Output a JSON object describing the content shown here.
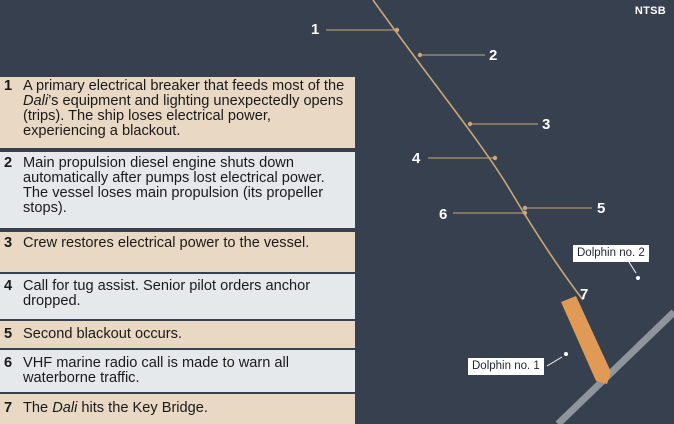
{
  "source": "NTSB",
  "steps": [
    {
      "n": "1",
      "pre": "A primary electrical breaker that feeds most of the ",
      "em": "Dali",
      "post": "’s equipment and lighting unexpectedly opens (trips). The ship loses electrical power, experiencing a blackout."
    },
    {
      "n": "2",
      "pre": "Main propulsion diesel engine shuts down automatically after pumps lost electrical power. The vessel loses main propulsion (its propeller stops).",
      "em": "",
      "post": ""
    },
    {
      "n": "3",
      "pre": "Crew restores electrical power to the vessel.",
      "em": "",
      "post": ""
    },
    {
      "n": "4",
      "pre": "Call for tug assist. Senior pilot orders anchor dropped.",
      "em": "",
      "post": ""
    },
    {
      "n": "5",
      "pre": "Second blackout occurs.",
      "em": "",
      "post": ""
    },
    {
      "n": "6",
      "pre": "VHF marine radio call is made to warn all waterborne traffic.",
      "em": "",
      "post": ""
    },
    {
      "n": "7",
      "pre": "The ",
      "em": "Dali",
      "post": " hits the Key Bridge."
    }
  ],
  "map_numbers": [
    "1",
    "2",
    "3",
    "4",
    "5",
    "6",
    "7"
  ],
  "dolphins": {
    "one": "Dolphin no. 1",
    "two": "Dolphin no. 2"
  },
  "colors": {
    "water": "#37404f",
    "track": "#c9a877",
    "ship": "#e09a55",
    "bridge": "#8e959d",
    "odd_row": "#e9d8c4",
    "even_row": "#e6e9ec"
  }
}
